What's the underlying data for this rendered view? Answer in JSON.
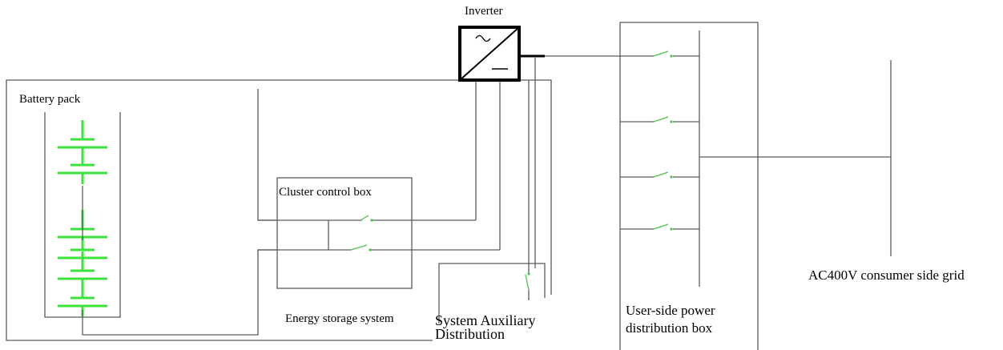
{
  "labels": {
    "inverter": "Inverter",
    "battery_pack": "Battery pack",
    "cluster_control_box": "Cluster control box",
    "energy_storage_system": "Energy storage system",
    "system_aux_line1": "System Auxiliary",
    "system_aux_line2": "Distribution",
    "user_side_line1": "User-side power",
    "user_side_line2": "distribution box",
    "grid": "AC400V consumer side grid"
  },
  "colors": {
    "line": "#5a5a5a",
    "heavy": "#000000",
    "switch": "#4ec24e",
    "cell": "#3de23d"
  },
  "icons": {
    "inverter_symbol": "ac-dc-inverter-icon",
    "switch": "circuit-breaker-switch-icon",
    "battery": "battery-cell-icon"
  }
}
